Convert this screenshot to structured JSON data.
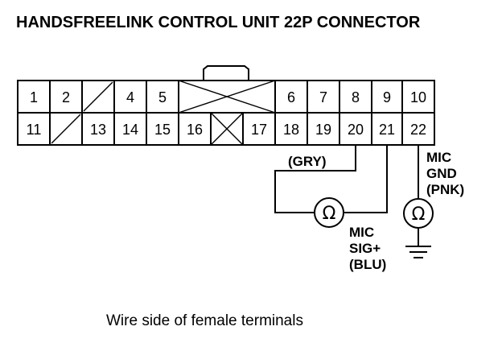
{
  "title": "HANDSFREELINK CONTROL UNIT 22P CONNECTOR",
  "connector": {
    "top_row": [
      "1",
      "2",
      "",
      "4",
      "5",
      "",
      "6",
      "7",
      "8",
      "9",
      "10"
    ],
    "bottom_row": [
      "11",
      "",
      "13",
      "14",
      "15",
      "16",
      "",
      "17",
      "18",
      "19",
      "20",
      "21",
      "22"
    ]
  },
  "wires": {
    "gry": "(GRY)",
    "mic_sig": [
      "MIC",
      "SIG+",
      "(BLU)"
    ],
    "mic_gnd": [
      "MIC",
      "GND",
      "(PNK)"
    ]
  },
  "meter_symbol": "Ω",
  "caption": "Wire side of female terminals"
}
